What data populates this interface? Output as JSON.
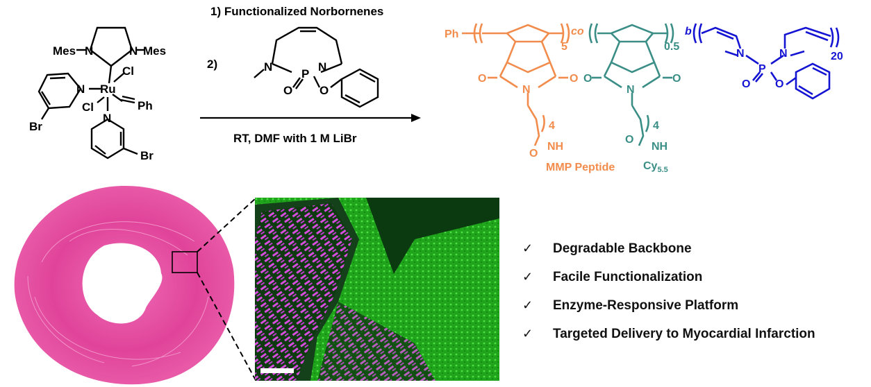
{
  "reaction": {
    "step1": "1) Functionalized Norbornenes",
    "step2": "2)",
    "conditions": "RT, DMF with 1 M LiBr"
  },
  "catalyst": {
    "mes_left": "Mes",
    "mes_right": "Mes",
    "cl_top": "Cl",
    "cl_bottom": "Cl",
    "ru": "Ru",
    "ph": "Ph",
    "br_left": "Br",
    "br_right": "Br",
    "n": "N"
  },
  "monomer": {
    "p": "P",
    "o_eq": "O",
    "o_link": "O",
    "n": "N"
  },
  "polymer": {
    "ph": "Ph",
    "sub_5": "5",
    "co": "co",
    "sub_05": "0.5",
    "b": "b",
    "sub_20": "20",
    "chain_4a": "4",
    "chain_4b": "4",
    "nh": "NH",
    "mmp": "MMP Peptide",
    "cy": "Cy",
    "cy_sub": "5.5",
    "o": "O",
    "n": "N",
    "p": "P"
  },
  "colors": {
    "orange": "#f28c4c",
    "teal": "#3a8e86",
    "blue": "#1414d2",
    "tissue_pink": "#e0449a",
    "fluor_green": "#22c41c",
    "fluor_magenta": "#e14ee8"
  },
  "features": [
    {
      "check": "✓",
      "label": "Degradable Backbone"
    },
    {
      "check": "✓",
      "label": "Facile Functionalization"
    },
    {
      "check": "✓",
      "label": "Enzyme-Responsive Platform"
    },
    {
      "check": "✓",
      "label": "Targeted Delivery to Myocardial Infarction"
    }
  ]
}
